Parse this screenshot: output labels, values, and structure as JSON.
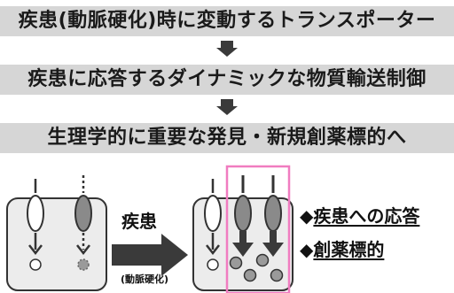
{
  "flow": {
    "step1": "疾患(動脈硬化)時に変動するトランスポーター",
    "step2": "疾患に応答するダイナミックな物質輸送制御",
    "step3": "生理学的に重要な発見・新規創薬標的へ"
  },
  "diagram": {
    "transition_label": "疾患",
    "transition_sublabel": "(動脈硬化)",
    "legend": [
      {
        "marker": "◆",
        "text": "疾患への応答"
      },
      {
        "marker": "◆",
        "text": "創薬標的"
      }
    ]
  },
  "colors": {
    "bar_bg": "#d6d6d6",
    "arrow": "#3a3a3a",
    "highlight_box": "#f07cc0",
    "transporter_gray": "#8a8a8a"
  }
}
